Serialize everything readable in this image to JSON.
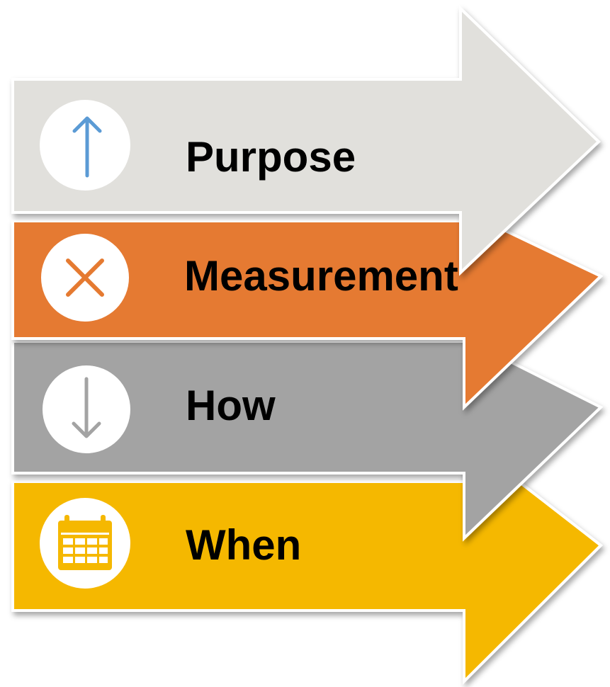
{
  "diagram": {
    "steps": [
      {
        "label": "Purpose",
        "icon": "arrow-up-icon",
        "color": "#e1e0dc",
        "icon_color": "#5b9bd5"
      },
      {
        "label": "Measurement",
        "icon": "close-x-icon",
        "color": "#e57a31",
        "icon_color": "#e57a31"
      },
      {
        "label": "How",
        "icon": "arrow-down-icon",
        "color": "#a3a3a3",
        "icon_color": "#a3a3a3"
      },
      {
        "label": "When",
        "icon": "calendar-icon",
        "color": "#f5b800",
        "icon_color": "#f5b800"
      }
    ]
  }
}
